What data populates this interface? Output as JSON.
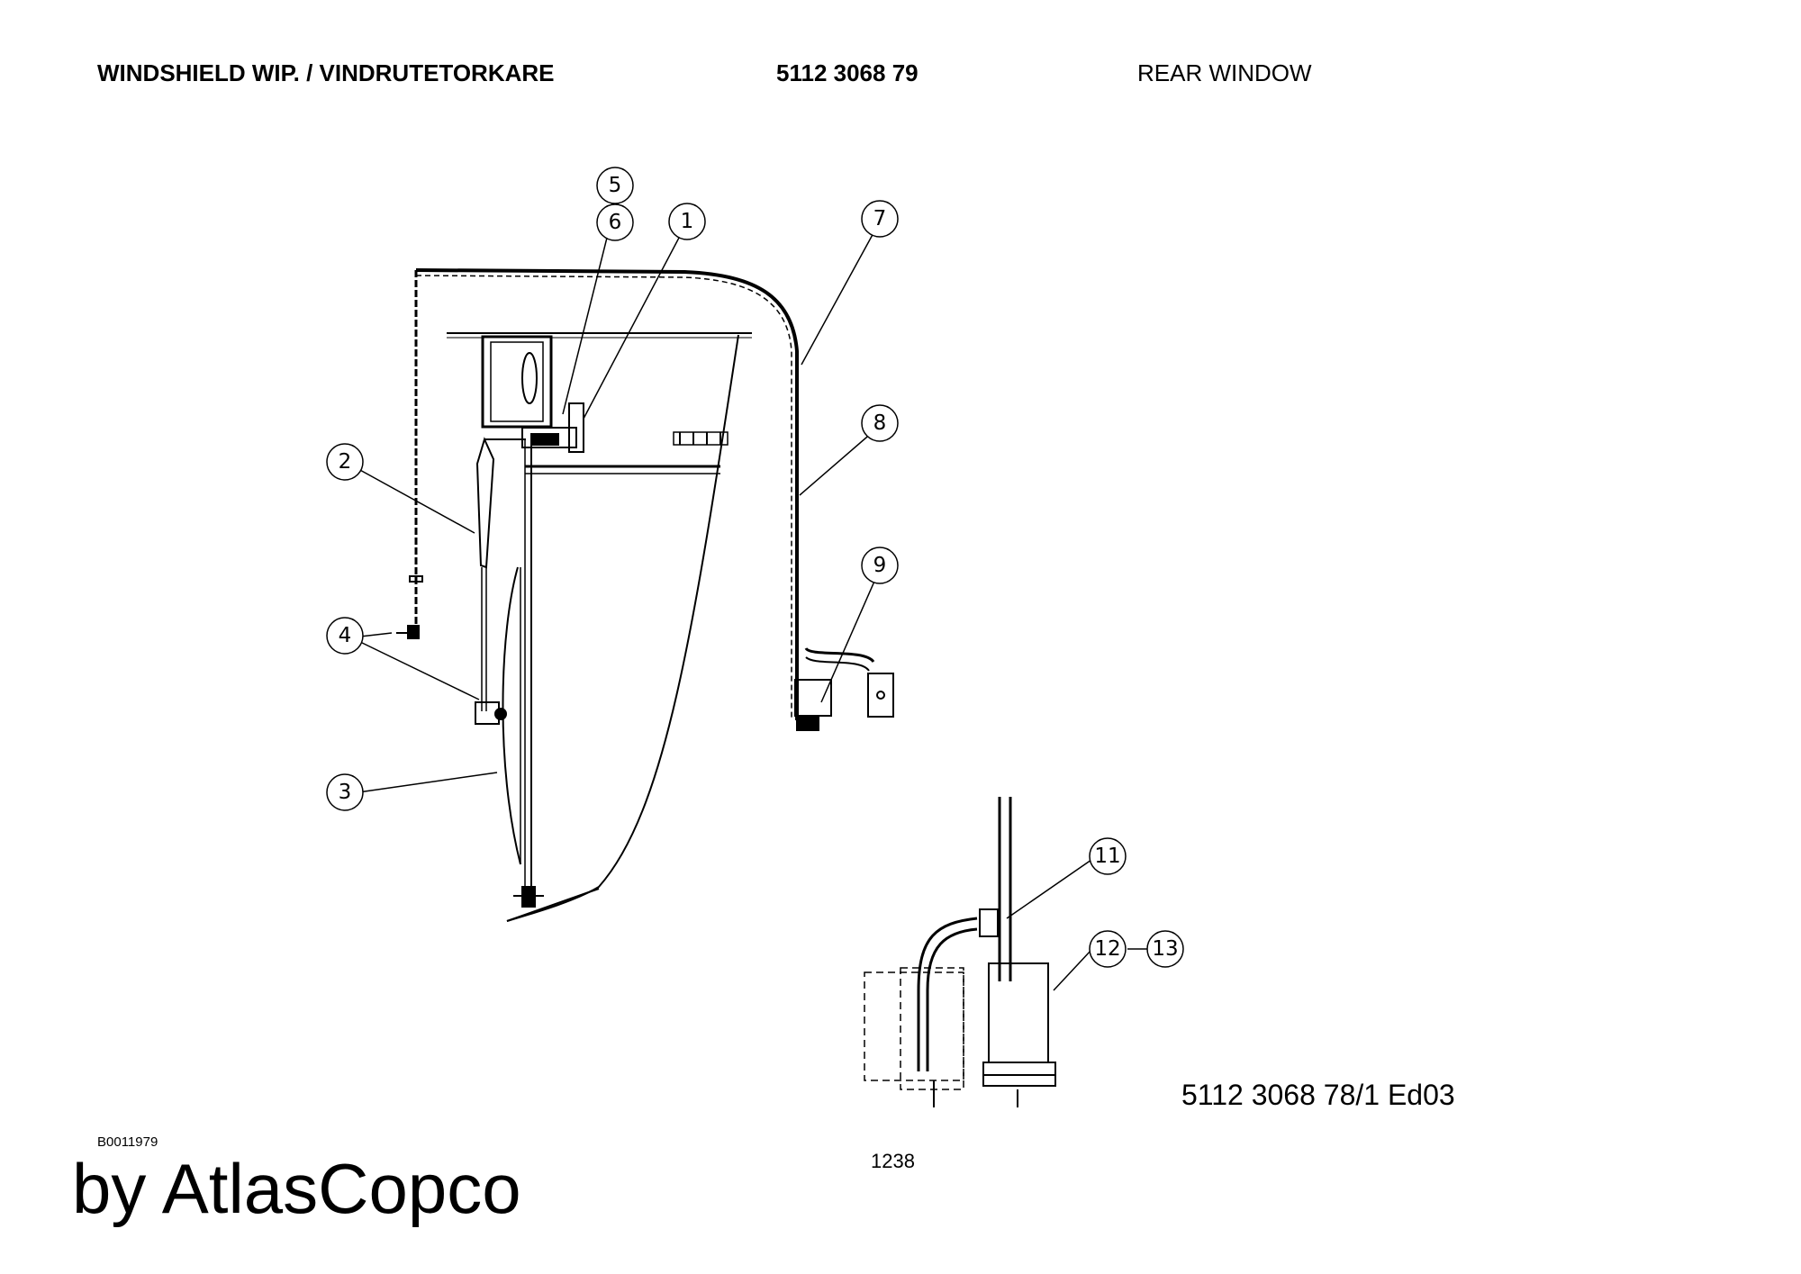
{
  "header": {
    "title": "WINDSHIELD WIP. / VINDRUTETORKARE",
    "part_number": "5112 3068 79",
    "view": "REAR WINDOW"
  },
  "callouts": [
    "1",
    "2",
    "3",
    "4",
    "5",
    "6",
    "7",
    "8",
    "9",
    "11",
    "12",
    "13"
  ],
  "footer": {
    "drawing_ref": "5112 3068 78/1  Ed03",
    "code": "B0011979",
    "page": "1238",
    "brand": "by AtlasCopco"
  }
}
